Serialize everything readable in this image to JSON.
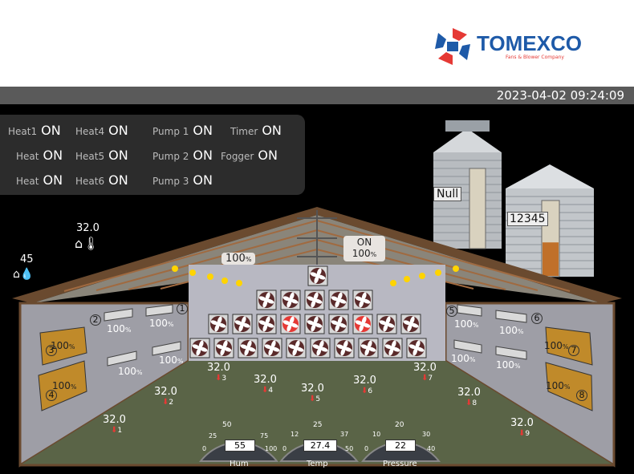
{
  "brand": {
    "name": "TOMEXCO",
    "tagline": "Fans & Blower Company"
  },
  "datetime": "2023-04-02 09:24:09",
  "status": [
    {
      "label": "Heat1",
      "state": "ON"
    },
    {
      "label": "Heat",
      "state": "ON"
    },
    {
      "label": "Heat",
      "state": "ON"
    },
    {
      "label": "Heat4",
      "state": "ON"
    },
    {
      "label": "Heat5",
      "state": "ON"
    },
    {
      "label": "Heat6",
      "state": "ON"
    },
    {
      "label": "Pump 1",
      "state": "ON"
    },
    {
      "label": "Pump 2",
      "state": "ON"
    },
    {
      "label": "Pump 3",
      "state": "ON"
    },
    {
      "label": "Timer",
      "state": "ON"
    },
    {
      "label": "Fogger",
      "state": "ON"
    }
  ],
  "silos": {
    "left": "Null",
    "right": "12345",
    "right_level": 0.45
  },
  "outside": {
    "temp": "32.0",
    "humidity": "45"
  },
  "roof": {
    "left_inlet": "100",
    "right_state": "ON",
    "right_inlet": "100",
    "pct_unit": "%"
  },
  "inlets": [
    "100",
    "100",
    "100",
    "100",
    "100",
    "100",
    "100",
    "100",
    "100",
    "100",
    "100",
    "100"
  ],
  "inlet_numbers": [
    "1",
    "2",
    "3",
    "4",
    "5",
    "6",
    "7",
    "8"
  ],
  "sensors": [
    {
      "value": "32.0",
      "id": "1"
    },
    {
      "value": "32.0",
      "id": "2"
    },
    {
      "value": "32.0",
      "id": "3"
    },
    {
      "value": "32.0",
      "id": "4"
    },
    {
      "value": "32.0",
      "id": "5"
    },
    {
      "value": "32.0",
      "id": "6"
    },
    {
      "value": "32.0",
      "id": "7"
    },
    {
      "value": "32.0",
      "id": "8"
    },
    {
      "value": "32.0",
      "id": "9"
    }
  ],
  "gauges": [
    {
      "label": "Hum",
      "value": "55",
      "ticks": [
        "0",
        "25",
        "50",
        "75",
        "100"
      ]
    },
    {
      "label": "Temp",
      "value": "27.4",
      "ticks": [
        "0",
        "12",
        "25",
        "37",
        "50"
      ]
    },
    {
      "label": "Pressure",
      "value": "22",
      "ticks": [
        "0",
        "10",
        "20",
        "30",
        "40"
      ]
    }
  ],
  "colors": {
    "bg": "#000000",
    "accent_red": "#e53935",
    "lamp": "#ffd400",
    "floor": "#5a6447"
  }
}
